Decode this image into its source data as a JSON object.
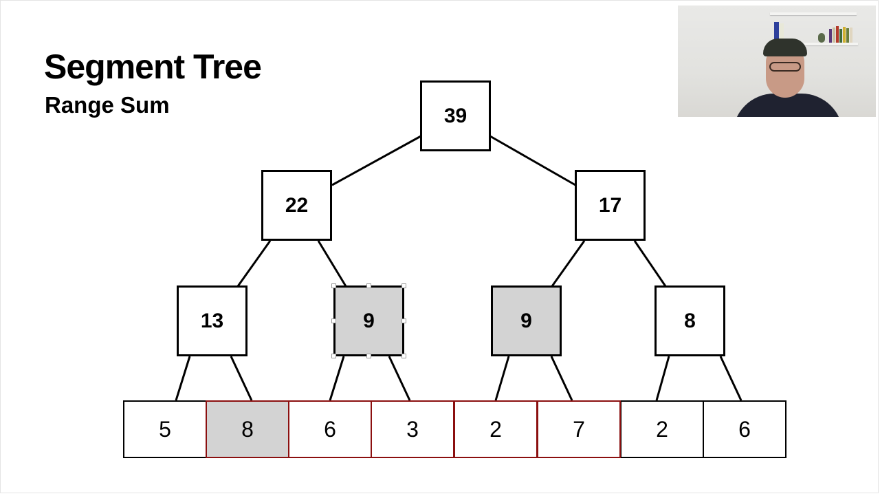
{
  "slide": {
    "title": "Segment Tree",
    "subtitle": "Range Sum"
  },
  "colors": {
    "node_border": "#000000",
    "highlight_fill": "#d3d3d3",
    "range_border": "#8b0f0f",
    "background": "#ffffff"
  },
  "tree": {
    "root": {
      "value": "39"
    },
    "level1": [
      {
        "value": "22"
      },
      {
        "value": "17"
      }
    ],
    "level2": [
      {
        "value": "13",
        "highlighted": false
      },
      {
        "value": "9",
        "highlighted": true,
        "selected": true
      },
      {
        "value": "9",
        "highlighted": true
      },
      {
        "value": "8",
        "highlighted": false
      }
    ],
    "leaves": [
      {
        "value": "5",
        "highlighted": false,
        "in_range": false
      },
      {
        "value": "8",
        "highlighted": true,
        "in_range": true
      },
      {
        "value": "6",
        "highlighted": false,
        "in_range": true
      },
      {
        "value": "3",
        "highlighted": false,
        "in_range": true
      },
      {
        "value": "2",
        "highlighted": false,
        "in_range": true
      },
      {
        "value": "7",
        "highlighted": false,
        "in_range": true
      },
      {
        "value": "2",
        "highlighted": false,
        "in_range": false
      },
      {
        "value": "6",
        "highlighted": false,
        "in_range": false
      }
    ],
    "query_range": {
      "from_index": 1,
      "to_index": 5
    }
  },
  "webcam": {
    "label": "presenter-webcam"
  }
}
